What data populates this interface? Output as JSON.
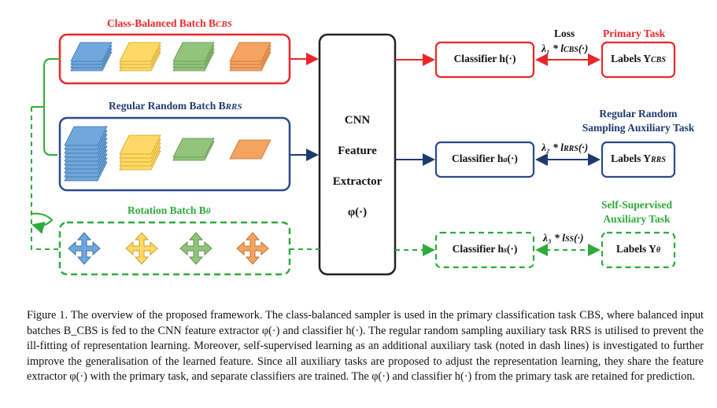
{
  "figure": {
    "cbs_batch_label": "Class-Balanced Batch B",
    "cbs_batch_sub": "CBS",
    "rrs_batch_label": "Regular Random Batch B",
    "rrs_batch_sub": "RRS",
    "rot_batch_label": "Rotation Batch B",
    "rot_batch_sub": "θ",
    "cnn_line1": "CNN",
    "cnn_line2": "Feature",
    "cnn_line3": "Extractor",
    "cnn_line4": "φ(·)",
    "loss_label": "Loss",
    "primary_task_label": "Primary Task",
    "rrs_task_line1": "Regular Random",
    "rrs_task_line2": "Sampling Auxiliary Task",
    "ss_task_line1": "Self-Supervised",
    "ss_task_line2": "Auxiliary Task",
    "classifier_h": "Classifier h(·)",
    "classifier_ha": "Classifier h",
    "classifier_ha_sub": "a",
    "classifier_ha_tail": "(·)",
    "classifier_hs": "Classifier h",
    "classifier_hs_sub": "s",
    "classifier_hs_tail": "(·)",
    "labels_cbs": "Labels Y",
    "labels_cbs_sub": "CBS",
    "labels_rrs": "Labels Y",
    "labels_rrs_sub": "RRS",
    "labels_theta": "Labels Y",
    "labels_theta_sub": "θ",
    "loss1": "λ₁ * l",
    "loss1_sub": "CBS",
    "loss1_tail": "(·)",
    "loss2": "λ₂ * l",
    "loss2_sub": "RRS",
    "loss2_tail": "(·)",
    "loss3": "λ₃ * l",
    "loss3_sub": "SS",
    "loss3_tail": "(·)"
  },
  "caption": "Figure 1. The overview of the proposed framework. The class-balanced sampler is used in the primary classification task CBS, where balanced input batches B_CBS is fed to the CNN feature extractor φ(·) and classifier h(·). The regular random sampling auxiliary task RRS is utilised to prevent the ill-fitting of representation learning. Moreover, self-supervised learning as an additional auxiliary task (noted in dash lines) is investigated to further improve the generalisation of the learned feature. Since all auxiliary tasks are proposed to adjust the representation learning, they share the feature extractor φ(·) with the primary task, and separate classifiers are trained. The φ(·) and classifier h(·) from the primary task are retained for prediction.",
  "colors": {
    "red": "#e8272a",
    "blue": "#2a4a8a",
    "green": "#2eaa3a",
    "stack_blue": "#6fa8dc",
    "stack_yellow": "#ffd966",
    "stack_green": "#93c47d",
    "stack_orange": "#f4a460"
  }
}
